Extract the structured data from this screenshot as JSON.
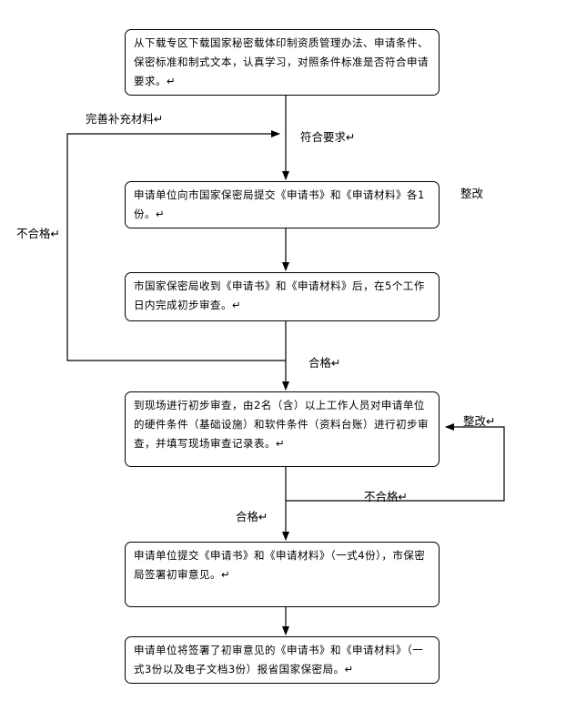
{
  "steps": [
    "从下载专区下载国家秘密载体印制资质管理办法、申请条件、保密标准和制式文本，认真学习，对照条件标准是否符合申请要求。↵",
    "申请单位向市国家保密局提交《申请书》和《申请材料》各1份。↵",
    "市国家保密局收到《申请书》和《申请材料》后，在5个工作日内完成初步审查。↵",
    "到现场进行初步审查，由2名（含）以上工作人员对申请单位的硬件条件（基础设施）和软件条件（资料台账）进行初步审查，并填写现场审查记录表。↵",
    "申请单位提交《申请书》和《申请材料》（一式4份），市保密局签署初审意见。↵",
    "申请单位将签署了初审意见的《申请书》和《申请材料》（一式3份以及电子文档3份）报省国家保密局。↵"
  ],
  "labels": {
    "supplement": "完善补充材料↵",
    "meets": "符合要求↵",
    "rectify1": "整改",
    "fail1": "不合格↵",
    "pass1": "合格↵",
    "rectify2": "整改↵",
    "fail2": "不合格↵",
    "pass2": "合格↵"
  }
}
